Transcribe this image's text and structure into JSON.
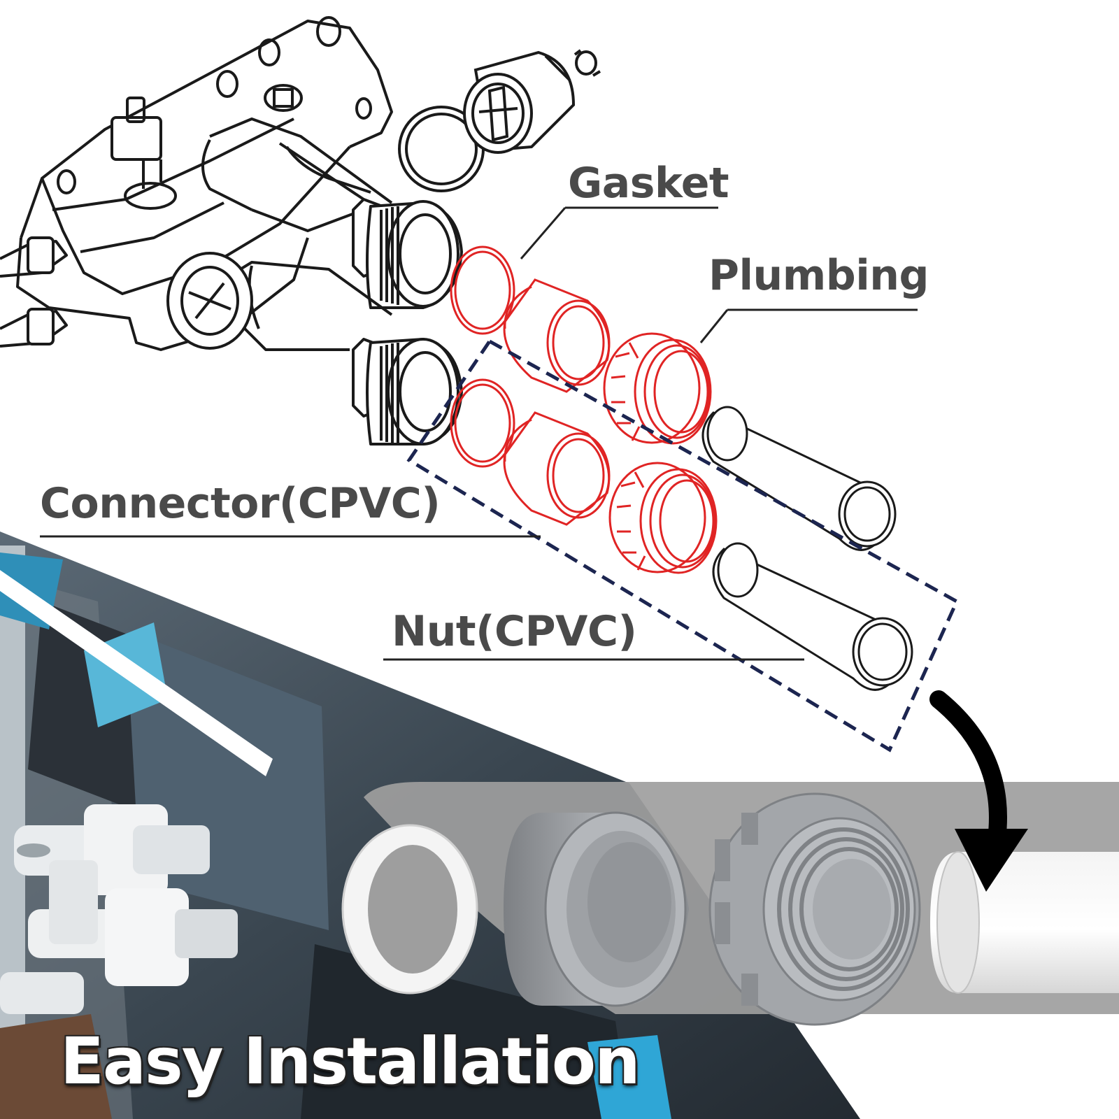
{
  "labels": {
    "gasket": "Gasket",
    "plumbing": "Plumbing",
    "connector": "Connector(CPVC)",
    "nut": "Nut(CPVC)"
  },
  "headline": "Easy Installation",
  "colors": {
    "part_outline": "#e02424",
    "line_art": "#1a1a1a",
    "dashed_box": "#1c2550",
    "label_text": "#4a4a4a",
    "band": "#9e9e9e",
    "plastic_gray": "#8f9296",
    "headline_text": "#ffffff"
  }
}
